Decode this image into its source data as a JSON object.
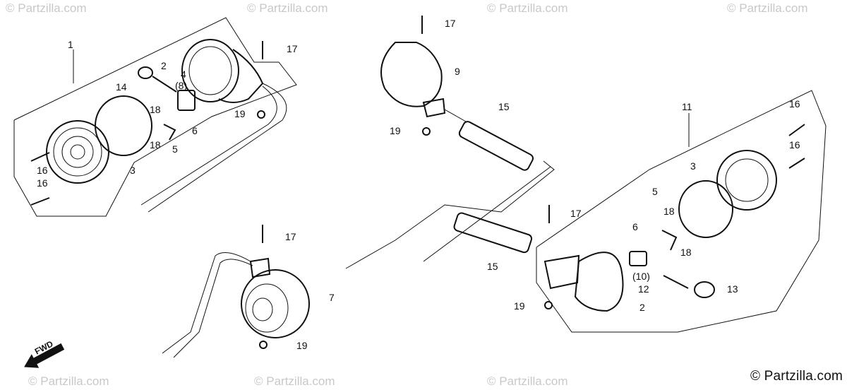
{
  "watermarks": {
    "top": [
      "© Partzilla.com",
      "© Partzilla.com",
      "© Partzilla.com",
      "© Partzilla.com",
      "© Partzilla.com"
    ],
    "bottom": [
      "© Partzilla.com",
      "© Partzilla.com",
      "© Partzilla.com"
    ]
  },
  "copyright": "© Partzilla.com",
  "fwd_label": "FWD",
  "callouts": {
    "c1": "1",
    "c2a": "2",
    "c4": "4",
    "c8": "(8)",
    "c14": "14",
    "c17a": "17",
    "c18a": "18",
    "c6a": "6",
    "c18b": "18",
    "c5a": "5",
    "c19a": "19",
    "c16a": "16",
    "c3a": "3",
    "c16b": "16",
    "c17b": "17",
    "c9": "9",
    "c15a": "15",
    "c19b": "19",
    "c11": "11",
    "c16c": "16",
    "c16d": "16",
    "c3b": "3",
    "c5b": "5",
    "c17c": "17",
    "c18c": "18",
    "c6b": "6",
    "c18d": "18",
    "c15b": "15",
    "c10": "(10)",
    "c12": "12",
    "c13": "13",
    "c19c": "19",
    "c2b": "2",
    "c17d": "17",
    "c7": "7",
    "c19d": "19"
  }
}
